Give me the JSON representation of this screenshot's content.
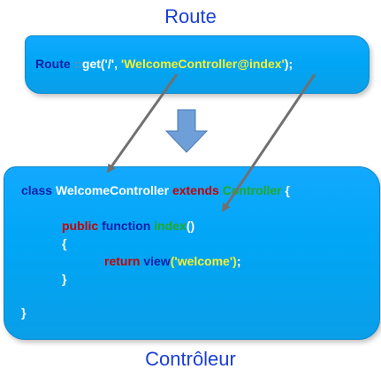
{
  "route_title": "Route",
  "controller_title": "Contrôleur",
  "route_code": {
    "class": "Route",
    "operator": "::",
    "method": "get('/', ",
    "argument": "'WelcomeController@index'",
    "end": ");"
  },
  "controller_code": {
    "class_kw": "class",
    "class_name": "WelcomeController",
    "extends_kw": "extends",
    "parent": "Controller",
    "open_brace": "{",
    "public_kw": "public",
    "function_kw": "function",
    "method_name": "index",
    "parens": "()",
    "method_open": "{",
    "return_kw": "return",
    "view_fn": "view",
    "view_arg": "('welcome')",
    "semicolon": ";",
    "method_close": "}",
    "class_close": "}"
  },
  "colors": {
    "title": "#1a3fd6",
    "box": "#00a6f5",
    "arrow": "#707070",
    "down_arrow": "#6f9fd8"
  }
}
